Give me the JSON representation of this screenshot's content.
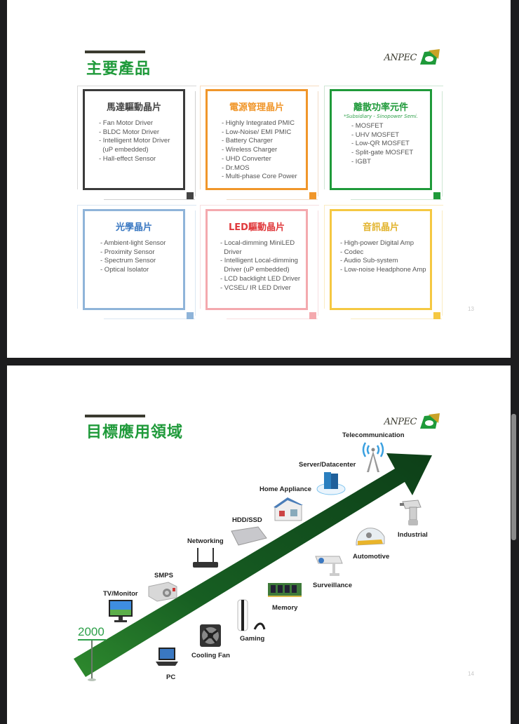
{
  "viewer": {
    "scrollbar": "vertical-scrollbar"
  },
  "slide1": {
    "title": "主要產品",
    "logo": "ANPEC",
    "page_number": "13",
    "cards": [
      {
        "title": "馬達驅動晶片",
        "subtitle": "",
        "color": "#3b3b3b",
        "items": [
          "- Fan Motor Driver",
          "- BLDC Motor Driver",
          "- Intelligent Motor Driver",
          "  (uP embedded)",
          "- Hall-effect Sensor"
        ]
      },
      {
        "title": "電源管理晶片",
        "subtitle": "",
        "color": "#f0962a",
        "items": [
          "- Highly Integrated PMIC",
          "- Low-Noise/ EMI PMIC",
          "- Battery Charger",
          "- Wireless Charger",
          "- UHD Converter",
          "- Dr.MOS",
          "- Multi-phase Core Power"
        ]
      },
      {
        "title": "離散功率元件",
        "subtitle": "*Subsidiary - Sinopower Semi.",
        "color": "#1f9a3a",
        "items": [
          "- MOSFET",
          "- UHV MOSFET",
          "- Low-QR MOSFET",
          "- Split-gate MOSFET",
          "- IGBT"
        ]
      },
      {
        "title": "光學晶片",
        "subtitle": "",
        "color": "#8fb4d9",
        "items": [
          "- Ambient-light Sensor",
          "- Proximity Sensor",
          "- Spectrum Sensor",
          "- Optical Isolator"
        ]
      },
      {
        "title": "LED驅動晶片",
        "subtitle": "",
        "color": "#f4a9ae",
        "items": [
          "- Local-dimming MiniLED",
          "  Driver",
          "- Intelligent Local-dimming",
          "  Driver (uP embedded)",
          "- LCD backlight LED Driver",
          "- VCSEL/ IR LED Driver"
        ]
      },
      {
        "title": "音訊晶片",
        "subtitle": "",
        "color": "#f5c842",
        "items": [
          "- High-power Digital Amp",
          "- Codec",
          "- Audio Sub-system",
          "- Low-noise Headphone Amp"
        ]
      }
    ]
  },
  "slide2": {
    "title": "目標應用領域",
    "logo": "ANPEC",
    "page_number": "14",
    "start_year": "2000",
    "arrow_color": "#0f4d1f",
    "applications_above": [
      {
        "label": "TV/Monitor",
        "icon": "tv-monitor-icon"
      },
      {
        "label": "SMPS",
        "icon": "power-supply-icon"
      },
      {
        "label": "Networking",
        "icon": "router-icon"
      },
      {
        "label": "HDD/SSD",
        "icon": "hard-drive-icon"
      },
      {
        "label": "Home Appliance",
        "icon": "house-icon"
      },
      {
        "label": "Server/Datacenter",
        "icon": "server-cloud-icon"
      },
      {
        "label": "Telecommunication",
        "icon": "antenna-tower-icon"
      }
    ],
    "applications_below": [
      {
        "label": "PC",
        "icon": "laptop-icon"
      },
      {
        "label": "Cooling Fan",
        "icon": "fan-icon"
      },
      {
        "label": "Gaming",
        "icon": "game-console-icon"
      },
      {
        "label": "Memory",
        "icon": "memory-module-icon"
      },
      {
        "label": "Surveillance",
        "icon": "security-camera-icon"
      },
      {
        "label": "Automotive",
        "icon": "car-icon"
      },
      {
        "label": "Industrial",
        "icon": "power-drill-icon"
      }
    ]
  }
}
